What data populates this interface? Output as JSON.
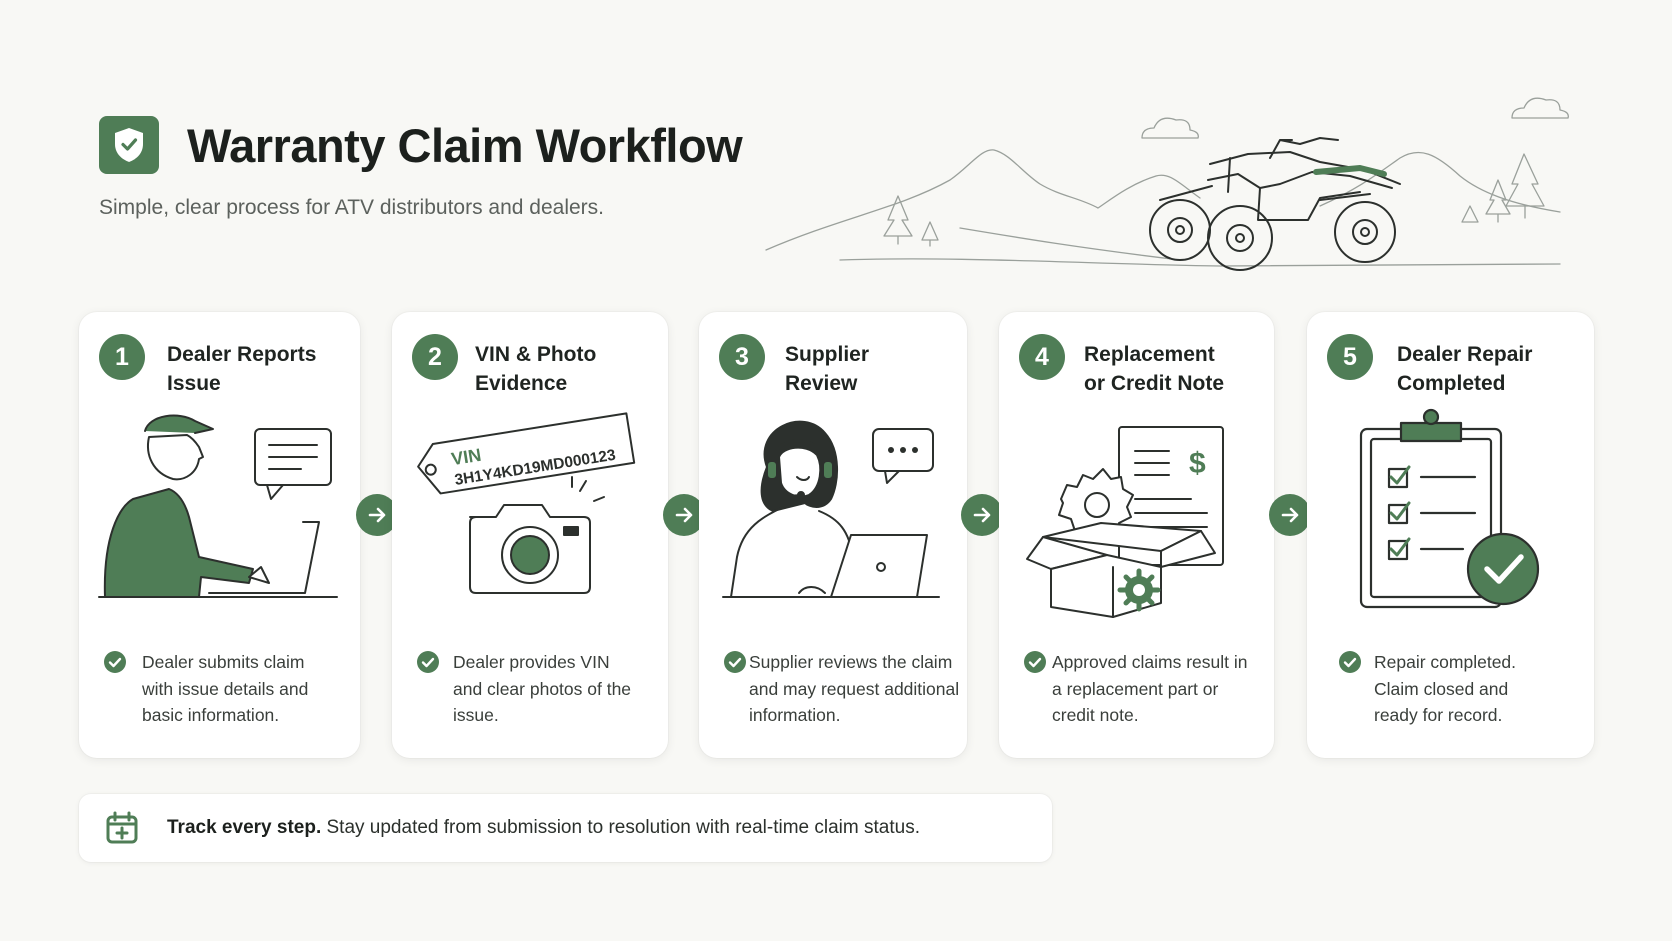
{
  "header": {
    "title": "Warranty Claim Workflow",
    "subtitle": "Simple, clear process for ATV distributors and dealers.",
    "logo_icon": "shield-check-icon",
    "accent_color": "#4f7d56"
  },
  "steps": [
    {
      "number": "1",
      "title_line1": "Dealer Reports",
      "title_line2": "Issue",
      "desc_line1": "Dealer submits claim",
      "desc_line2": "with issue details and",
      "desc_line3": "basic information.",
      "illustration": "dealer-laptop-icon"
    },
    {
      "number": "2",
      "title_line1": "VIN & Photo",
      "title_line2": "Evidence",
      "desc_line1": "Dealer provides VIN",
      "desc_line2": "and clear photos of the",
      "desc_line3": "issue.",
      "illustration": "vin-camera-icon",
      "vin_label": "VIN",
      "vin_value": "3H1Y4KD19MD000123"
    },
    {
      "number": "3",
      "title_line1": "Supplier",
      "title_line2": "Review",
      "desc_line1": "Supplier reviews the claim",
      "desc_line2": "and may request additional",
      "desc_line3": "information.",
      "illustration": "support-agent-icon"
    },
    {
      "number": "4",
      "title_line1": "Replacement",
      "title_line2": "or Credit Note",
      "desc_line1": "Approved claims result in",
      "desc_line2": "a replacement part or",
      "desc_line3": "credit note.",
      "illustration": "parts-box-invoice-icon",
      "currency_symbol": "$"
    },
    {
      "number": "5",
      "title_line1": "Dealer Repair",
      "title_line2": "Completed",
      "desc_line1": "Repair completed.",
      "desc_line2": "Claim closed and",
      "desc_line3": "ready for record.",
      "illustration": "clipboard-check-icon"
    }
  ],
  "footer": {
    "icon": "calendar-plus-icon",
    "bold_text": "Track every step.",
    "text": " Stay updated from submission to resolution with real-time claim status."
  }
}
